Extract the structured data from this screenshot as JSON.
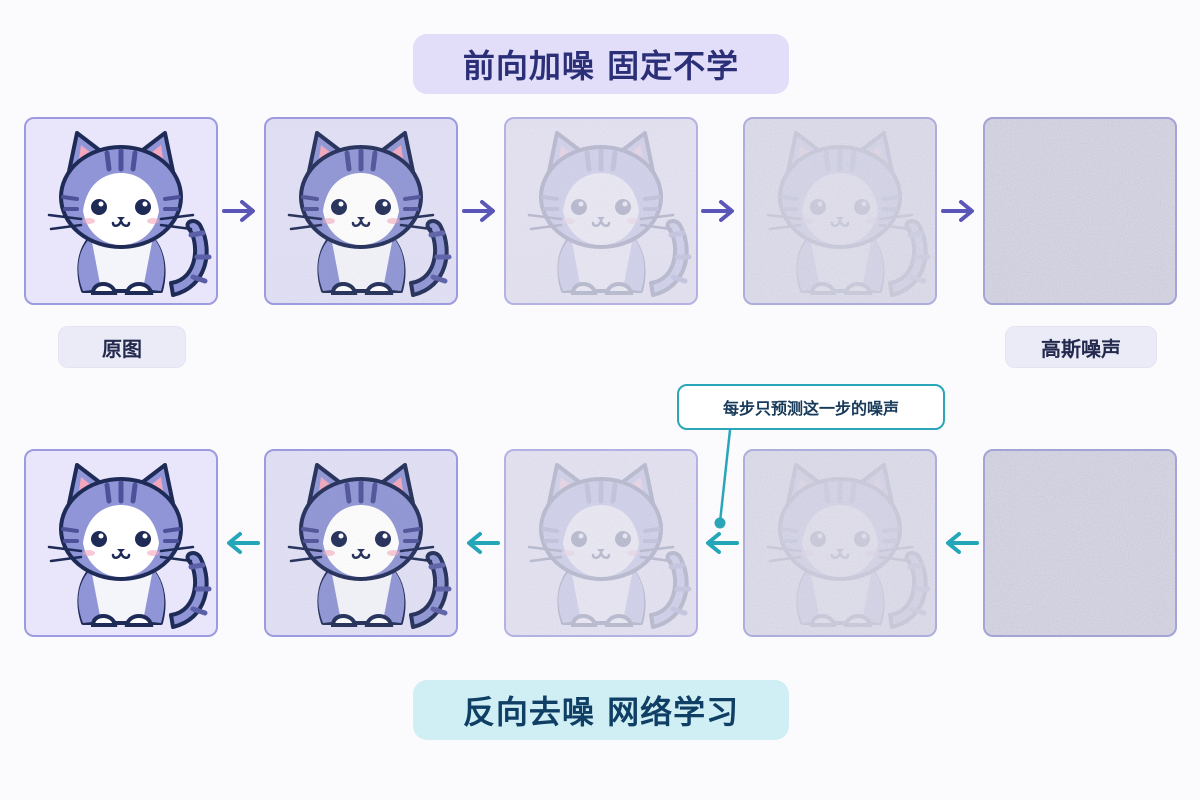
{
  "titles": {
    "forward": "前向加噪 固定不学",
    "reverse": "反向去噪 网络学习"
  },
  "labels": {
    "original": "原图",
    "noise": "高斯噪声"
  },
  "callout": {
    "text": "每步只预测这一步的噪声"
  },
  "colors": {
    "forward_accent": "#5a56b8",
    "reverse_accent": "#22a6b8",
    "cat_purple": "#8f95d6",
    "cat_outline": "#1f2b57"
  },
  "rows": {
    "forward": {
      "direction": "left-to-right",
      "stage_count": 5
    },
    "reverse": {
      "direction": "right-to-left",
      "stage_count": 5
    }
  },
  "icons": [
    "cat-illustration",
    "arrow-right-icon",
    "arrow-left-icon",
    "noise-texture"
  ]
}
